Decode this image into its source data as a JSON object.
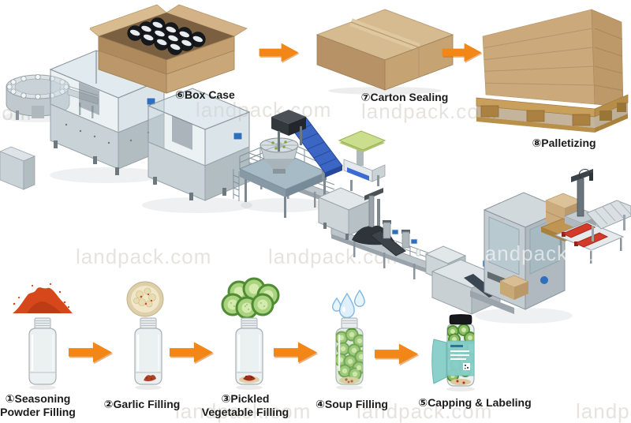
{
  "brand": {
    "watermark": "landpack.com"
  },
  "colors": {
    "arrow_orange": "#F28718",
    "carton_tan": "#C9A778",
    "machine_gray": "#C6CFD4",
    "conveyor_blue": "#3B66C4",
    "tray_green": "#CBDE8E",
    "sealer_red": "#D23B2A",
    "label_teal": "#8BD0CB",
    "label_text": "#1B1B1B"
  },
  "top_steps": [
    {
      "id": "box-case",
      "label": "⑥Box Case"
    },
    {
      "id": "carton-sealing",
      "label": "⑦Carton Sealing"
    },
    {
      "id": "palletizing",
      "label": "⑧Palletizing"
    }
  ],
  "bottom_steps": [
    {
      "id": "seasoning-powder-filling",
      "line1": "①Seasoning",
      "line2": "Powder Filling"
    },
    {
      "id": "garlic-filling",
      "line1": "②Garlic Filling",
      "line2": ""
    },
    {
      "id": "pickled-vegetable-filling",
      "line1": "③Pickled",
      "line2": "Vegetable Filling"
    },
    {
      "id": "soup-filling",
      "line1": "④Soup Filling",
      "line2": ""
    },
    {
      "id": "capping-labeling",
      "line1": "⑤Capping & Labeling",
      "line2": ""
    }
  ]
}
